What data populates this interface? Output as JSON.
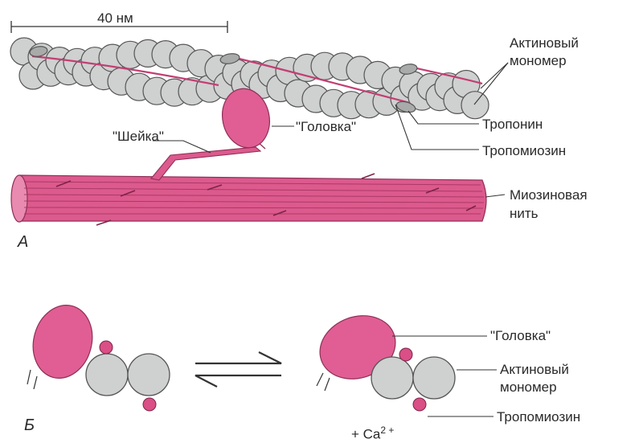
{
  "diagram": {
    "panel_a": {
      "letter": "А",
      "scale_label": "40 нм",
      "labels": {
        "actin_monomer_1": "Актиновый",
        "actin_monomer_2": "мономер",
        "troponin": "Тропонин",
        "tropomyosin": "Тропомиозин",
        "myosin_filament_1": "Миозиновая",
        "myosin_filament_2": "нить",
        "neck": "\"Шейка\"",
        "head": "\"Головка\""
      }
    },
    "panel_b": {
      "letter": "Б",
      "labels": {
        "head": "\"Головка\"",
        "actin_monomer_1": "Актиновый",
        "actin_monomer_2": "мономер",
        "tropomyosin": "Тропомиозин",
        "calcium": "+ Ca",
        "calcium_charge": "2 +"
      }
    },
    "colors": {
      "myosin_pink": "#d94f86",
      "myosin_light": "#e98ab0",
      "actin_grey": "#cfd0d0",
      "outline": "#555555",
      "leader": "#333333"
    }
  }
}
